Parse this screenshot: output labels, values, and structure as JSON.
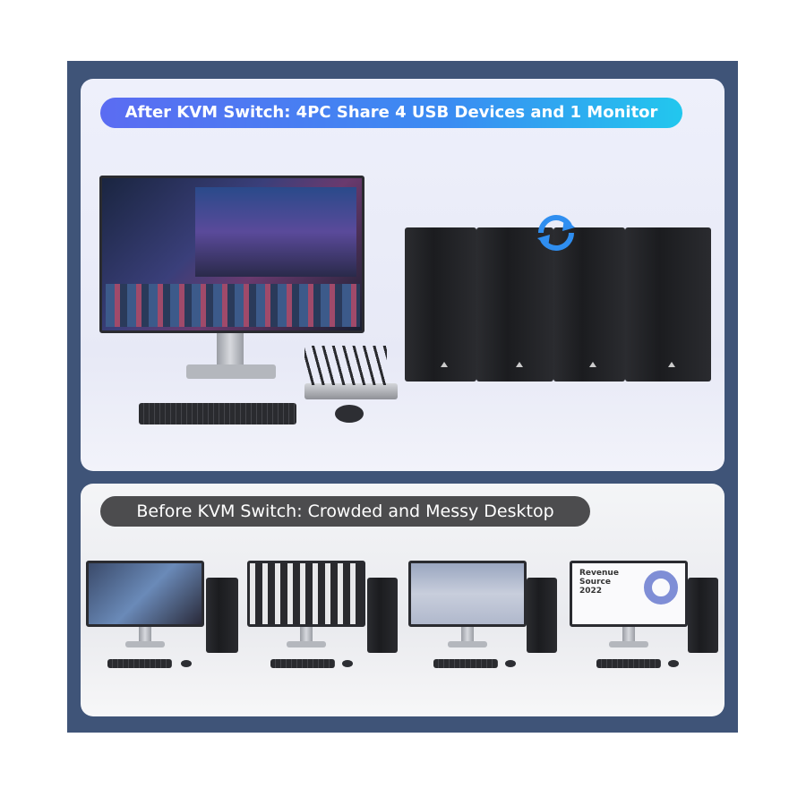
{
  "top_banner": {
    "title": "After KVM Switch: 4PC Share 4 USB Devices and 1 Monitor"
  },
  "bottom_banner": {
    "title": "Before KVM Switch: Crowded and Messy Desktop"
  },
  "monitor_screen": {
    "chart_title": "Revenue Source 2022"
  },
  "colors": {
    "frame": "#3f5478",
    "banner_gradient_start": "#5b6cf2",
    "banner_gradient_end": "#22c7ee",
    "before_banner": "#4c4c4e"
  },
  "icons": [
    "switch-arrows-icon",
    "corsair-logo-icon"
  ]
}
